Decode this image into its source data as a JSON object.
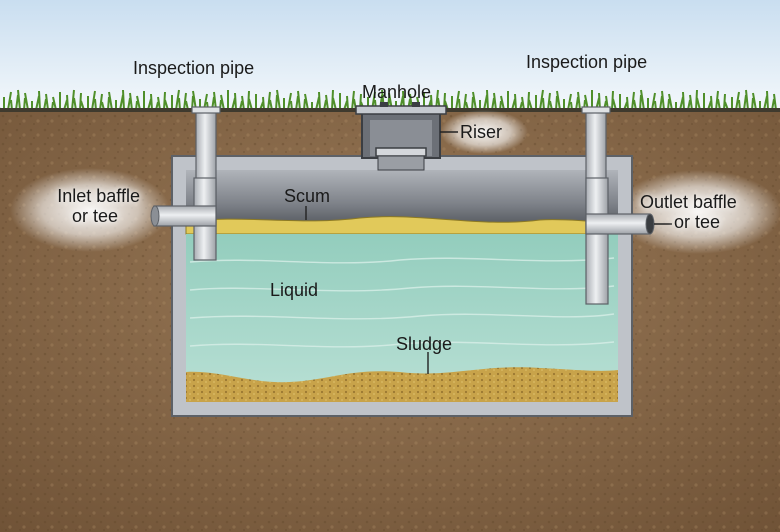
{
  "labels": {
    "inspection_pipe_left": "Inspection pipe",
    "inspection_pipe_right": "Inspection pipe",
    "manhole": "Manhole",
    "riser": "Riser",
    "inlet_line1": "Inlet baffle",
    "inlet_line2": "or tee",
    "outlet_line1": "Outlet baffle",
    "outlet_line2": "or tee",
    "scum": "Scum",
    "liquid": "Liquid",
    "sludge": "Sludge"
  },
  "colors": {
    "sky": "#e8f2fa",
    "soil": "#8a6a48",
    "tank_wall": "#b9bdc4",
    "scum": "#e1c95a",
    "liquid": "#a9d6c9",
    "sludge": "#c8a34a",
    "pipe": "#cfd3d8"
  },
  "icons": {
    "tank": "septic-tank-diagram"
  }
}
